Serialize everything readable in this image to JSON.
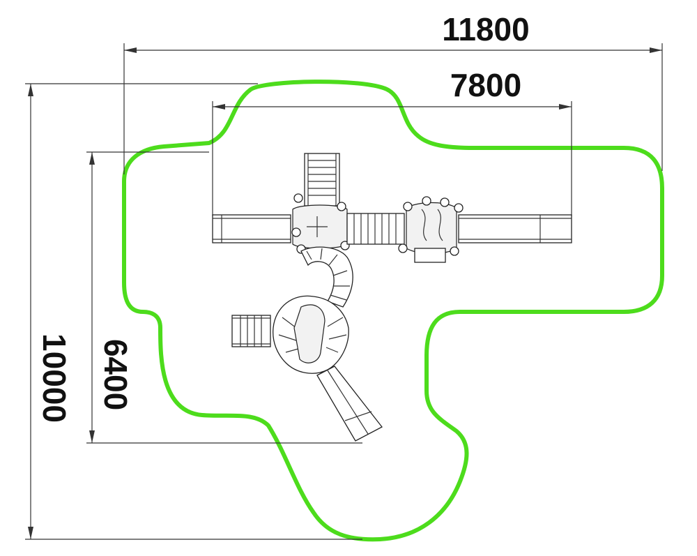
{
  "dimensions": {
    "overall_width": "11800",
    "equipment_width": "7800",
    "overall_depth": "10000",
    "equipment_depth": "6400"
  },
  "colors": {
    "safety_zone": "#4ddc1c",
    "lines": "#222222"
  }
}
